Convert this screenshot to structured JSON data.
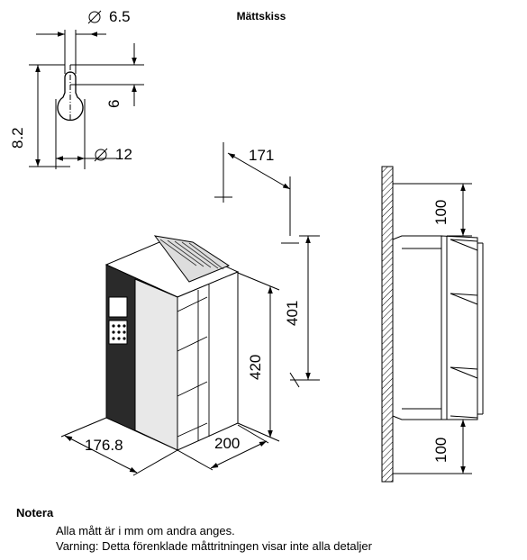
{
  "title": "Mättskiss",
  "keyhole": {
    "hole_diameter": "6.5",
    "slot_diameter": "12",
    "dim_vertical": "6",
    "dim_total": "8.2"
  },
  "front_view": {
    "dim_top_spacing": "171",
    "dim_hole_spacing": "401",
    "dim_height": "420",
    "dim_depth": "176.8",
    "dim_width": "200"
  },
  "side_view": {
    "clearance_top": "100",
    "clearance_bottom": "100"
  },
  "notes": {
    "heading": "Notera",
    "lines": [
      "Alla mått är i mm om andra anges.",
      "Varning: Detta förenklade måttritningen visar inte alla detaljer"
    ]
  }
}
